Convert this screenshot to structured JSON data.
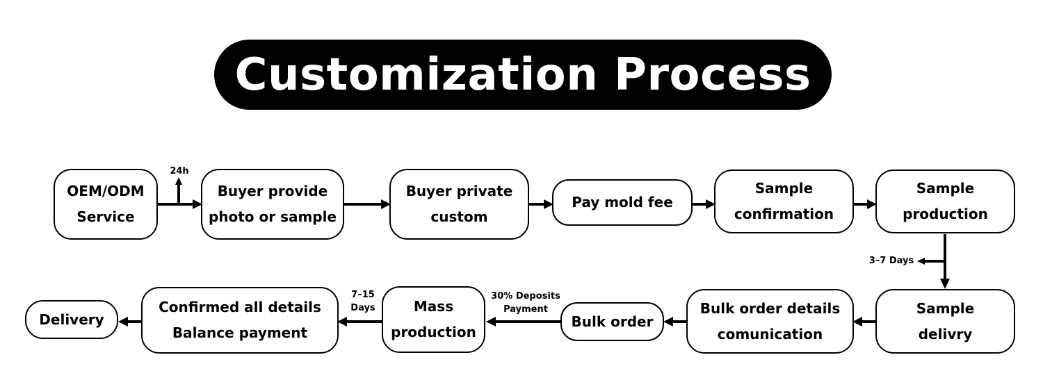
{
  "title": "Customization Process",
  "steps": {
    "oem": [
      "OEM/ODM",
      "Service"
    ],
    "buyer_provide": [
      "Buyer provide",
      "photo or sample"
    ],
    "buyer_private": [
      "Buyer private",
      "custom"
    ],
    "pay_mold": "Pay mold fee",
    "sample_confirm": [
      "Sample",
      "confirmation"
    ],
    "sample_production": [
      "Sample",
      "production"
    ],
    "sample_delivery": [
      "Sample",
      "delivry"
    ],
    "bulk_details": [
      "Bulk order details",
      "comunication"
    ],
    "bulk_order": "Bulk order",
    "mass_production": [
      "Mass",
      "production"
    ],
    "confirmed": [
      "Confirmed all details",
      "Balance payment"
    ],
    "delivery": "Delivery"
  },
  "labels": {
    "h24": "24h",
    "days_3_7": "3–7 Days",
    "deposits": [
      "30% Deposits",
      "Payment"
    ],
    "days_7_15": [
      "7–15",
      "Days"
    ]
  }
}
